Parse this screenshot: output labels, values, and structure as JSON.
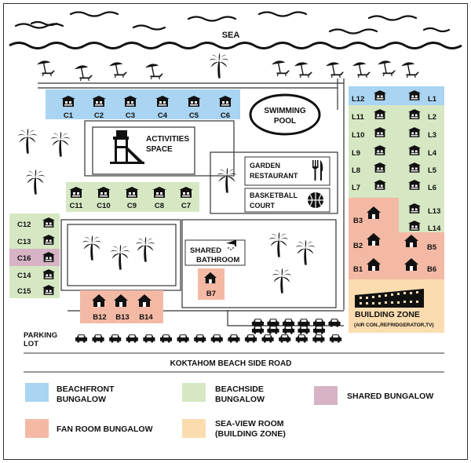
{
  "sea_label": "SEA",
  "colors": {
    "beachfront": "#a9d4f2",
    "beachside": "#d6e8c3",
    "shared": "#d6b3c5",
    "fan": "#f4b9a5",
    "seaview": "#fbdcaf"
  },
  "bungalows": {
    "top_row": [
      "C1",
      "C2",
      "C3",
      "C4",
      "C5",
      "C6"
    ],
    "mid_row": [
      "C11",
      "C10",
      "C9",
      "C8",
      "C7"
    ],
    "left_col": [
      "C12",
      "C13",
      "C16",
      "C14",
      "C15"
    ],
    "right_col_left": [
      "L12",
      "L11",
      "L10",
      "L9",
      "L8",
      "L7"
    ],
    "right_col_right": [
      "L1",
      "L2",
      "L3",
      "L4",
      "L5",
      "L6"
    ],
    "l_extra": [
      "L13",
      "L14"
    ],
    "fan_left": [
      "B3",
      "B2",
      "B1"
    ],
    "fan_right": [
      "B5",
      "B6"
    ],
    "fan_bottom": [
      "B12",
      "B13",
      "B14"
    ],
    "fan_single": "B7"
  },
  "places": {
    "swimming_pool": [
      "SWIMMING",
      "POOL"
    ],
    "activities": [
      "ACTIVITIES",
      "SPACE"
    ],
    "garden": [
      "GARDEN",
      "RESTAURANT"
    ],
    "basketball": [
      "BASKETBALL",
      "COURT"
    ],
    "bathroom": [
      "SHARED",
      "BATHROOM"
    ],
    "building_zone": "BUILDING ZONE",
    "building_zone_sub": "(AIR CON.,REFRIDGERATOR,TV)",
    "parking": [
      "PARKING",
      "LOT"
    ],
    "road": "KOKTAHOM BEACH SIDE ROAD"
  },
  "legend": {
    "beachfront": [
      "BEACHFRONT",
      "BUNGALOW"
    ],
    "beachside": [
      "BEACHSIDE",
      "BUNGALOW"
    ],
    "shared": "SHARED BUNGALOW",
    "fan": "FAN ROOM BUNGALOW",
    "seaview": [
      "SEA-VIEW ROOM",
      "(BUILDING ZONE)"
    ]
  },
  "icons": [
    "wave-icon",
    "beach-umbrella-icon",
    "palm-tree-icon",
    "bungalow-icon",
    "fan-house-icon",
    "car-icon",
    "playground-icon",
    "fork-knife-icon",
    "basketball-icon",
    "shower-icon",
    "building-icon"
  ]
}
